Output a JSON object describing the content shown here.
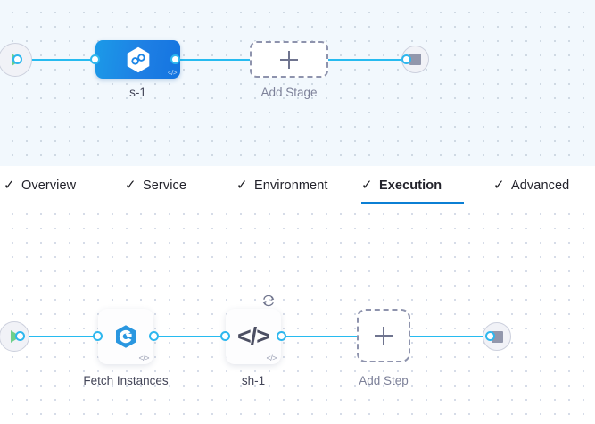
{
  "stage_canvas": {
    "start_node": {
      "icon": "play-icon",
      "title": "Start"
    },
    "end_node": {
      "icon": "stop-icon",
      "title": "End"
    },
    "stage": {
      "label": "s-1",
      "icon": "hexagon-infinity-icon",
      "corner_icon": "code-icon",
      "corner_icon_text": "</>",
      "accent_color": "#1c86e6"
    },
    "add_stage": {
      "label": "Add Stage",
      "icon": "plus-icon"
    }
  },
  "tabs": {
    "items": [
      {
        "label": "Overview",
        "check": "✓",
        "active": false
      },
      {
        "label": "Service",
        "check": "✓",
        "active": false
      },
      {
        "label": "Environment",
        "check": "✓",
        "active": false
      },
      {
        "label": "Execution",
        "check": "✓",
        "active": true
      },
      {
        "label": "Advanced",
        "check": "✓",
        "active": false
      }
    ],
    "active_color": "#0b7fd4"
  },
  "step_canvas": {
    "start_node": {
      "icon": "play-icon",
      "title": "Start"
    },
    "end_node": {
      "icon": "stop-icon",
      "title": "End"
    },
    "steps": [
      {
        "label": "Fetch Instances",
        "icon": "gcp-swirl-icon",
        "corner_icon_text": "</>",
        "has_retry": false
      },
      {
        "label": "sh-1",
        "icon": "code-icon",
        "icon_text": "</>",
        "corner_icon_text": "</>",
        "has_retry": true,
        "retry_icon": "retry-loop-icon"
      }
    ],
    "add_step": {
      "label": "Add Step",
      "icon": "plus-icon"
    }
  },
  "theme": {
    "edge_color": "#27bbf0",
    "port_color": "#2eb7ee",
    "stage_canvas_bg": "#f2f8fd",
    "step_canvas_bg": "#ffffff"
  }
}
